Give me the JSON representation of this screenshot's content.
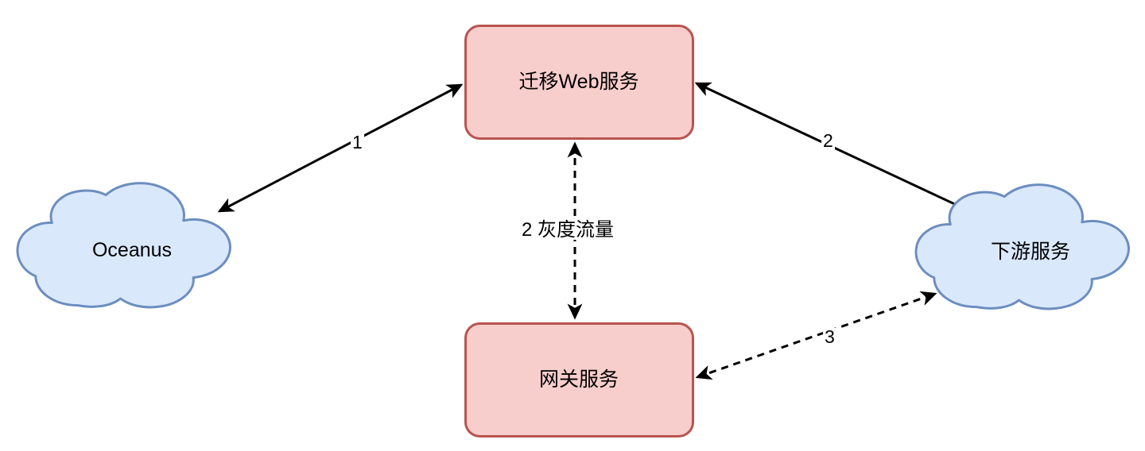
{
  "diagram": {
    "title": "Service migration traffic flow diagram",
    "background_color": "#ffffff",
    "colors": {
      "box_fill": "#f8cecc",
      "box_stroke": "#b85450",
      "cloud_fill": "#dae8fc",
      "cloud_stroke": "#6c8ebf",
      "edge_stroke": "#000000",
      "label_text": "#000000"
    },
    "nodes": [
      {
        "id": "oceanus",
        "label": "Oceanus",
        "shape": "cloud",
        "fill": "#dae8fc",
        "stroke": "#6c8ebf"
      },
      {
        "id": "migration-web-service",
        "label": "迁移Web服务",
        "shape": "rounded-rectangle",
        "fill": "#f8cecc",
        "stroke": "#b85450"
      },
      {
        "id": "downstream-service",
        "label": "下游服务",
        "shape": "cloud",
        "fill": "#dae8fc",
        "stroke": "#6c8ebf"
      },
      {
        "id": "gateway-service",
        "label": "网关服务",
        "shape": "rounded-rectangle",
        "fill": "#f8cecc",
        "stroke": "#b85450"
      }
    ],
    "edges": [
      {
        "id": "edge-1",
        "label": "1",
        "from": "oceanus",
        "to": "migration-web-service",
        "style": "solid",
        "arrows": "both"
      },
      {
        "id": "edge-2",
        "label": "2",
        "from": "migration-web-service",
        "to": "downstream-service",
        "style": "solid",
        "arrows": "both"
      },
      {
        "id": "edge-gray-traffic",
        "label": "2 灰度流量",
        "from": "gateway-service",
        "to": "migration-web-service",
        "style": "dashed",
        "arrows": "both"
      },
      {
        "id": "edge-3",
        "label": "3",
        "from": "gateway-service",
        "to": "downstream-service",
        "style": "dashed",
        "arrows": "both"
      }
    ]
  }
}
